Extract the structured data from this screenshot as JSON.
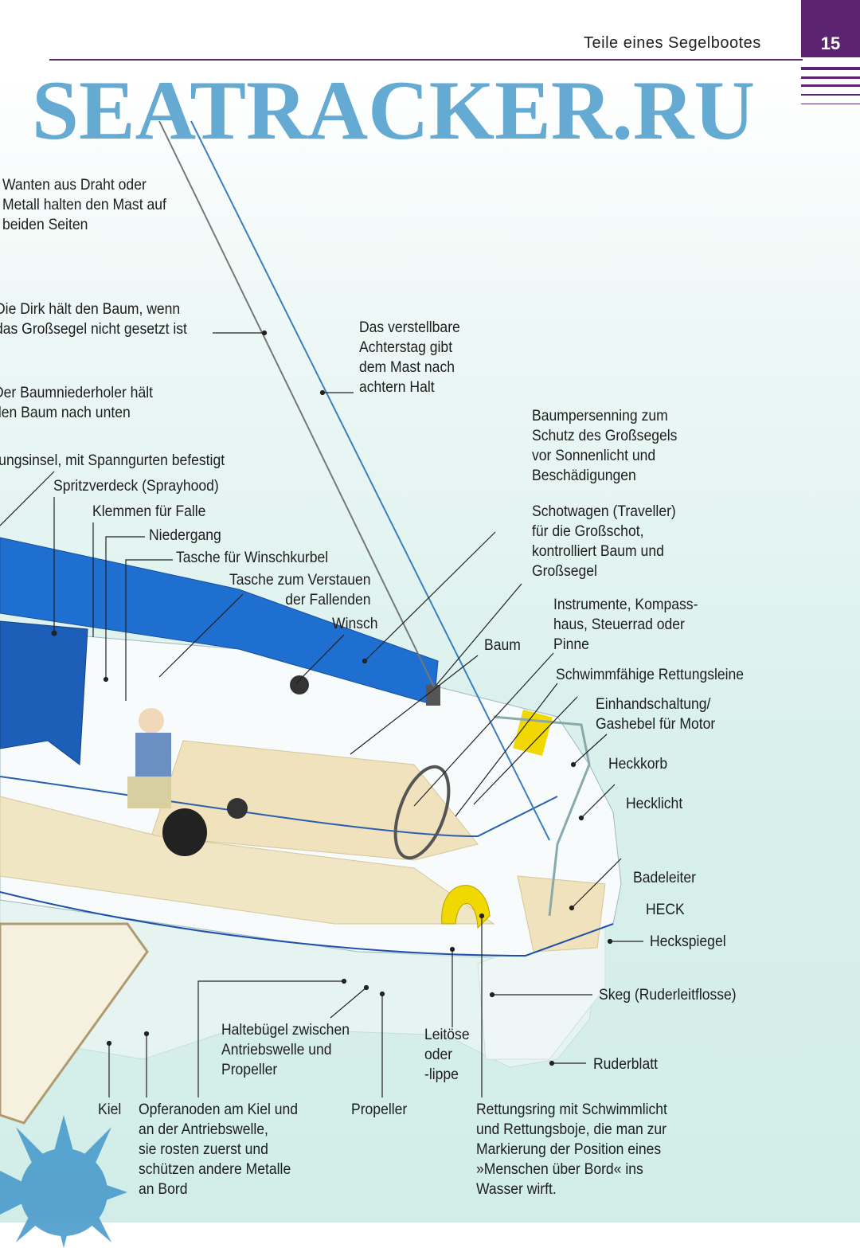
{
  "header": {
    "title": "Teile eines Segelbootes",
    "page_number": "15"
  },
  "labels": {
    "wanten": "Wanten aus Draht oder\nMetall halten den Mast auf\nbeiden Seiten",
    "dirk": "Die Dirk hält den Baum, wenn\ndas Großsegel nicht gesetzt ist",
    "achterstag": "Das verstellbare\nAchterstag gibt\ndem Mast nach\nachtern Halt",
    "baumniederholer": "Der Baumniederholer hält\nden Baum nach unten",
    "rettungsinsel": "Rettungsinsel, mit Spanngurten befestigt",
    "spritzverdeck": "Spritzverdeck (Sprayhood)",
    "klemmen": "Klemmen für Falle",
    "niedergang": "Niedergang",
    "tasche_winschkurbel": "Tasche für Winschkurbel",
    "tasche_fallenden": "Tasche zum Verstauen\nder Fallenden",
    "winsch": "Winsch",
    "baum": "Baum",
    "baumpersenning": "Baumpersenning zum\nSchutz des Großsegels\nvor Sonnenlicht und\nBeschädigungen",
    "schotwagen": "Schotwagen (Traveller)\nfür die Großschot,\nkontrolliert Baum und\nGroßsegel",
    "instrumente": "Instrumente, Kompass-\nhaus, Steuerrad oder\nPinne",
    "rettungsleine": "Schwimmfähige Rettungsleine",
    "einhandschaltung": "Einhandschaltung/\nGashebel für Motor",
    "heckkorb": "Heckkorb",
    "hecklicht": "Hecklicht",
    "badeleiter": "Badeleiter",
    "heck": "HECK",
    "heckspiegel": "Heckspiegel",
    "skeg": "Skeg (Ruderleitflosse)",
    "ruderblatt": "Ruderblatt",
    "haltebuegel": "Haltebügel zwischen\nAntriebswelle und\nPropeller",
    "leitoese": "Leitöse\noder\n-lippe",
    "kiel": "Kiel",
    "opferanoden": "Opferanoden am Kiel und\nan der Antriebswelle,\nsie rosten zuerst und\nschützen andere Metalle\nan Bord",
    "propeller": "Propeller",
    "rettungsring": "Rettungsring mit Schwimmlicht\nund Rettungsboje, die man zur\nMarkierung der Position eines\n»Menschen über Bord« ins\nWasser wirft."
  },
  "watermark": "SEATRACKER.RU",
  "colors": {
    "accent": "#5b2370",
    "cover_blue": "#1f6fd0",
    "water": "#d9f0ec"
  }
}
